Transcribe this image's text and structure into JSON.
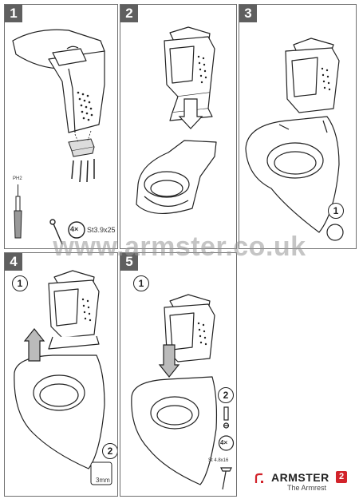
{
  "steps": [
    "1",
    "2",
    "3",
    "4",
    "5"
  ],
  "panel1": {
    "screw_label": "St3.9x25",
    "qty": "4×",
    "tool_label": "PH2"
  },
  "panel3": {
    "sub_step": "1"
  },
  "panel4": {
    "sub_step_a": "1",
    "sub_step_b": "2",
    "drill": "3mm"
  },
  "panel5": {
    "sub_step_a": "1",
    "sub_step_b": "2",
    "qty": "4×",
    "screw_label": "St 4.8x16"
  },
  "watermark": "www.armster.co.uk",
  "brand": {
    "name": "ARMSTER",
    "badge": "2",
    "tagline": "The Armrest"
  },
  "colors": {
    "panel_header": "#5f5f5f",
    "brand_red": "#d2232a"
  }
}
